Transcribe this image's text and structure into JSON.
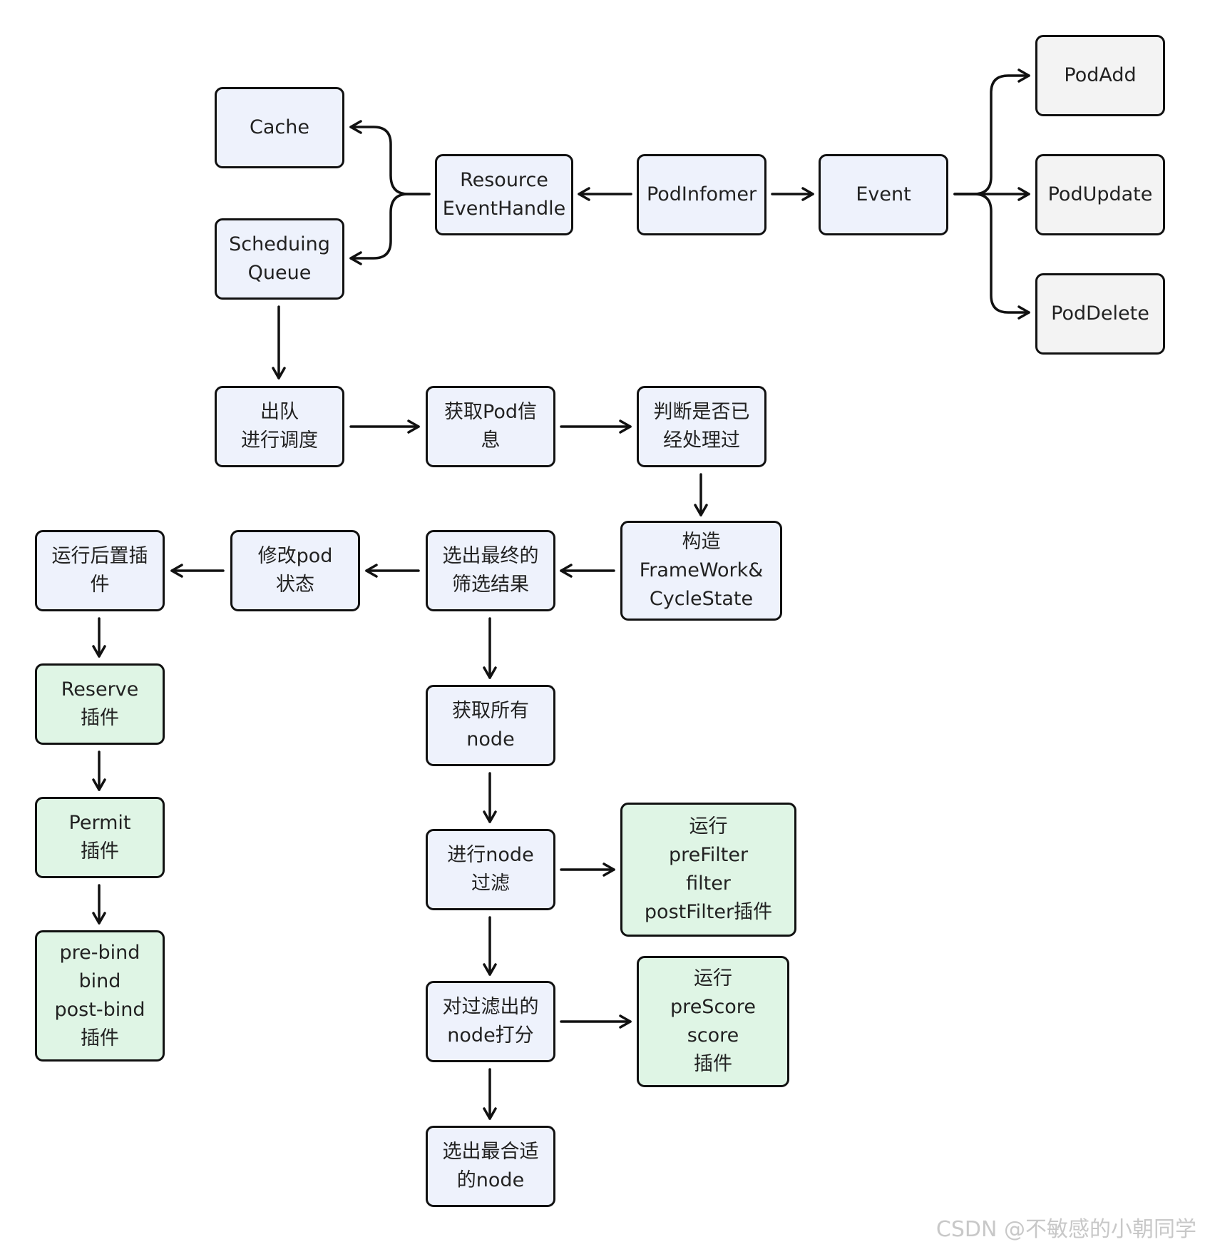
{
  "nodes": {
    "cache": {
      "label": "Cache",
      "fill": "#eef2fc"
    },
    "scheduling_queue": {
      "label": "Scheduing\nQueue",
      "fill": "#eef2fc"
    },
    "resource_event_handle": {
      "label": "Resource\nEventHandle",
      "fill": "#eef2fc"
    },
    "pod_informer": {
      "label": "PodInfomer",
      "fill": "#eef2fc"
    },
    "event": {
      "label": "Event",
      "fill": "#eef2fc"
    },
    "pod_add": {
      "label": "PodAdd",
      "fill": "#f3f3f3"
    },
    "pod_update": {
      "label": "PodUpdate",
      "fill": "#f3f3f3"
    },
    "pod_delete": {
      "label": "PodDelete",
      "fill": "#f3f3f3"
    },
    "dequeue": {
      "label": "出队\n进行调度",
      "fill": "#eef2fc"
    },
    "get_pod_info": {
      "label": "获取Pod信\n息",
      "fill": "#eef2fc"
    },
    "check_processed": {
      "label": "判断是否已\n经处理过",
      "fill": "#eef2fc"
    },
    "build_framework": {
      "label": "构造\nFrameWork&\nCycleState",
      "fill": "#eef2fc"
    },
    "select_final": {
      "label": "选出最终的\n筛选结果",
      "fill": "#eef2fc"
    },
    "modify_pod": {
      "label": "修改pod\n状态",
      "fill": "#eef2fc"
    },
    "run_post_plugins": {
      "label": "运行后置插\n件",
      "fill": "#eef2fc"
    },
    "reserve": {
      "label": "Reserve\n插件",
      "fill": "#dff5e5"
    },
    "permit": {
      "label": "Permit\n插件",
      "fill": "#dff5e5"
    },
    "bind": {
      "label": "pre-bind\nbind\npost-bind\n插件",
      "fill": "#dff5e5"
    },
    "get_all_nodes": {
      "label": "获取所有\nnode",
      "fill": "#eef2fc"
    },
    "filter_nodes": {
      "label": "进行node\n过滤",
      "fill": "#eef2fc"
    },
    "run_filter_plugins": {
      "label": "运行\npreFilter\nfilter\npostFilter插件",
      "fill": "#dff5e5"
    },
    "score_nodes": {
      "label": "对过滤出的\nnode打分",
      "fill": "#eef2fc"
    },
    "run_score_plugins": {
      "label": "运行\npreScore\nscore\n插件",
      "fill": "#dff5e5"
    },
    "select_best": {
      "label": "选出最合适\n的node",
      "fill": "#eef2fc"
    }
  },
  "edges": [
    {
      "from": "pod_informer",
      "to": "resource_event_handle"
    },
    {
      "from": "resource_event_handle",
      "to": "cache"
    },
    {
      "from": "resource_event_handle",
      "to": "scheduling_queue"
    },
    {
      "from": "pod_informer",
      "to": "event"
    },
    {
      "from": "event",
      "to": "pod_add"
    },
    {
      "from": "event",
      "to": "pod_update"
    },
    {
      "from": "event",
      "to": "pod_delete"
    },
    {
      "from": "scheduling_queue",
      "to": "dequeue"
    },
    {
      "from": "dequeue",
      "to": "get_pod_info"
    },
    {
      "from": "get_pod_info",
      "to": "check_processed"
    },
    {
      "from": "check_processed",
      "to": "build_framework"
    },
    {
      "from": "build_framework",
      "to": "select_final"
    },
    {
      "from": "select_final",
      "to": "modify_pod"
    },
    {
      "from": "modify_pod",
      "to": "run_post_plugins"
    },
    {
      "from": "run_post_plugins",
      "to": "reserve"
    },
    {
      "from": "reserve",
      "to": "permit"
    },
    {
      "from": "permit",
      "to": "bind"
    },
    {
      "from": "select_final",
      "to": "get_all_nodes"
    },
    {
      "from": "get_all_nodes",
      "to": "filter_nodes"
    },
    {
      "from": "filter_nodes",
      "to": "run_filter_plugins"
    },
    {
      "from": "filter_nodes",
      "to": "score_nodes"
    },
    {
      "from": "score_nodes",
      "to": "run_score_plugins"
    },
    {
      "from": "score_nodes",
      "to": "select_best"
    }
  ],
  "watermark": "CSDN @不敏感的小朝同学",
  "colors": {
    "stroke": "#111111",
    "blue_fill": "#eef2fc",
    "green_fill": "#dff5e5",
    "gray_fill": "#f3f3f3"
  }
}
